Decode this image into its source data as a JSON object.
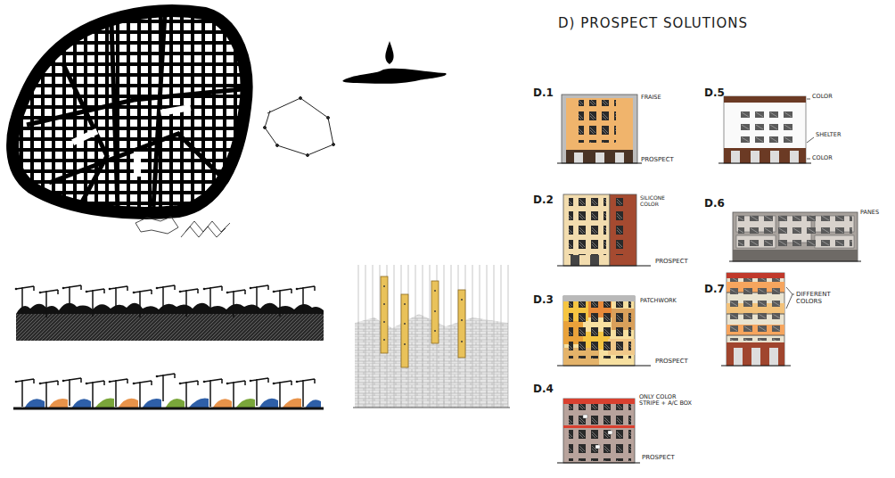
{
  "diagram": {
    "title": "D) PROSPECT SOLUTIONS",
    "labels": [
      "D.1",
      "FRAISE",
      "PROSPECT",
      "D.2",
      "SILICONE COLOR",
      "PROSPECT",
      "D.3",
      "PATCHWORK",
      "PROSPECT",
      "D.4",
      "ONLY COLOR STRIPE + A/C BOX",
      "PROSPECT",
      "D.5",
      "COLOR",
      "SHELTER",
      "COLOR",
      "D.6",
      "PANES",
      "D.7",
      "DIFFERENT COLORS"
    ]
  }
}
